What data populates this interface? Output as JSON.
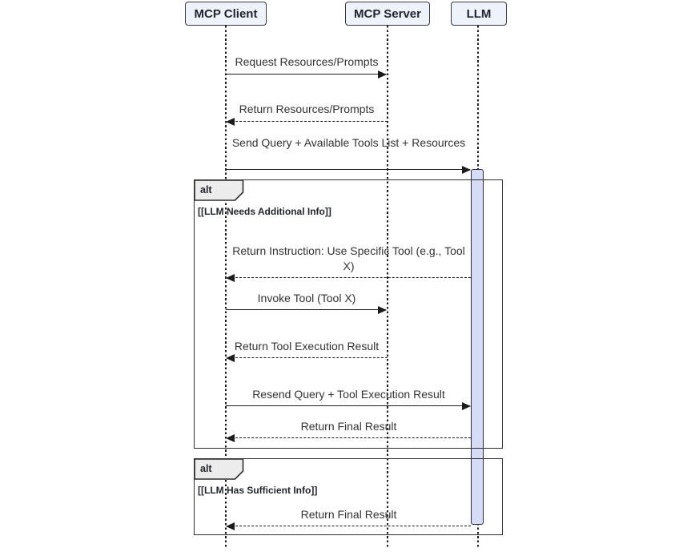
{
  "colors": {
    "background": "#ffffff",
    "actor_fill": "#edf2fb",
    "actor_border": "#343a40",
    "text_dark": "#21252b",
    "text_color": "#333333",
    "line_color": "#1b1b1b",
    "frame_border": "#2e2e2e",
    "label_fill": "#ececec",
    "activation_fill": "#d6dcf5",
    "activation_border": "#2a2a45"
  },
  "diagram": {
    "type": "sequence-diagram",
    "actors": [
      {
        "label": "MCP Client"
      },
      {
        "label": "MCP Server"
      },
      {
        "label": "LLM"
      }
    ],
    "messages": [
      {
        "text": "Request Resources/Prompts",
        "from": "MCP Client",
        "to": "MCP Server",
        "line": "solid"
      },
      {
        "text": "Return Resources/Prompts",
        "from": "MCP Server",
        "to": "MCP Client",
        "line": "dashed"
      },
      {
        "text": "Send Query + Available Tools List + Resources",
        "from": "MCP Client",
        "to": "LLM",
        "line": "solid"
      },
      {
        "text": "Return Instruction: Use Specific Tool (e.g., Tool X)",
        "from": "LLM",
        "to": "MCP Client",
        "line": "dashed"
      },
      {
        "text": "Invoke Tool (Tool X)",
        "from": "MCP Client",
        "to": "MCP Server",
        "line": "solid"
      },
      {
        "text": "Return Tool Execution Result",
        "from": "MCP Server",
        "to": "MCP Client",
        "line": "dashed"
      },
      {
        "text": "Resend Query + Tool Execution Result",
        "from": "MCP Client",
        "to": "LLM",
        "line": "solid"
      },
      {
        "text": "Return Final Result",
        "from": "LLM",
        "to": "MCP Client",
        "line": "dashed"
      },
      {
        "text": "Return Final Result",
        "from": "LLM",
        "to": "MCP Client",
        "line": "dashed"
      }
    ],
    "frames": [
      {
        "label": "alt",
        "guard": "[[LLM Needs Additional Info]]"
      },
      {
        "label": "alt",
        "guard": "[[LLM Has Sufficient Info]]"
      }
    ],
    "activation": {
      "actor": "LLM"
    }
  }
}
